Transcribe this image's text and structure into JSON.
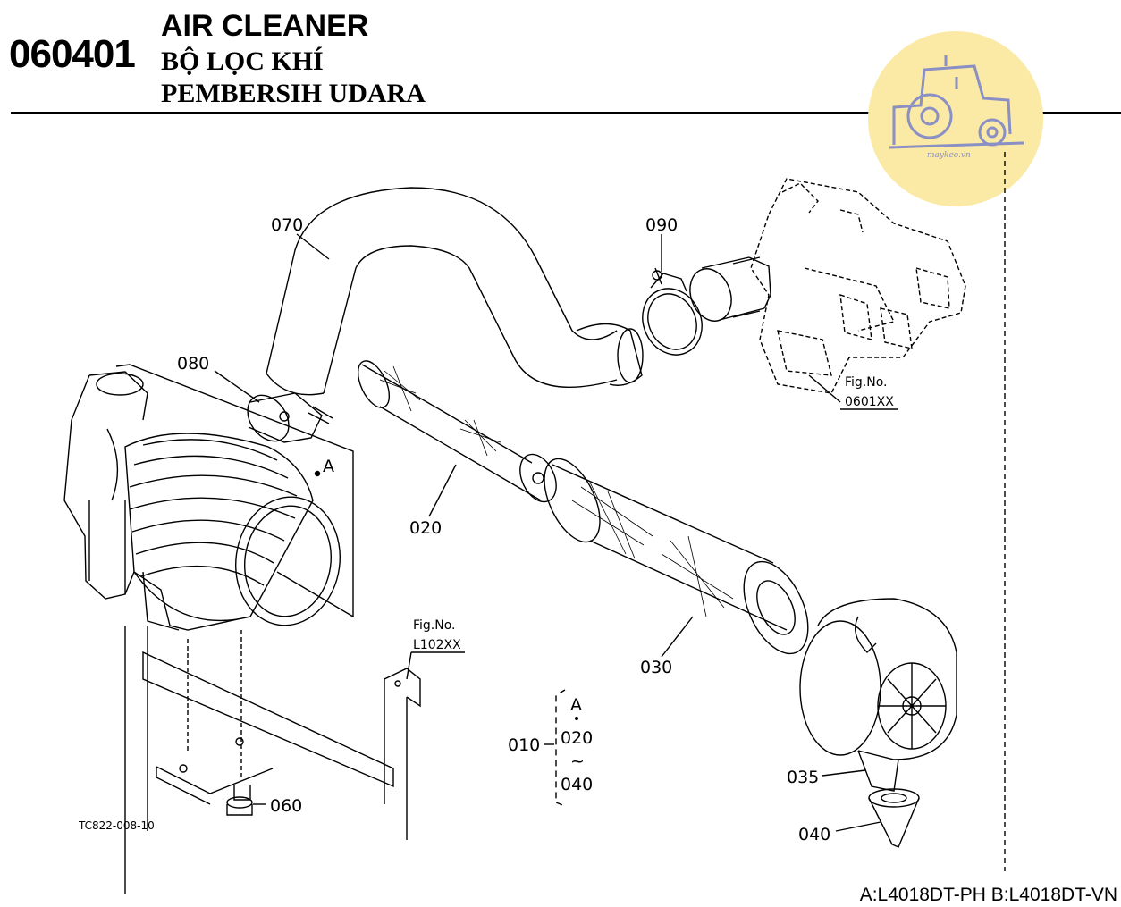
{
  "header": {
    "page_number": "060401",
    "title_en": "AIR CLEANER",
    "title_vi": "BỘ LỌC KHÍ",
    "title_id": "PEMBERSIH UDARA"
  },
  "watermark": {
    "text": "maykeo.vn",
    "icon": "tractor-icon",
    "color": "#fbe9a6"
  },
  "callouts": {
    "p070": "070",
    "p090": "090",
    "p080": "080",
    "p020": "020",
    "p030": "030",
    "p035": "035",
    "p040": "040",
    "p060": "060",
    "p010": "010",
    "point_a": "A"
  },
  "figure_refs": {
    "manifold_label": "Fig.No.",
    "manifold_code": "0601XX",
    "bracket_label": "Fig.No.",
    "bracket_code": "L102XX"
  },
  "assembly_group": {
    "top": "A",
    "mid": "020",
    "tilde": "~",
    "bottom": "040"
  },
  "drawing_code": "TC822-008-10",
  "footer": {
    "models": "A:L4018DT-PH B:L4018DT-VN"
  }
}
